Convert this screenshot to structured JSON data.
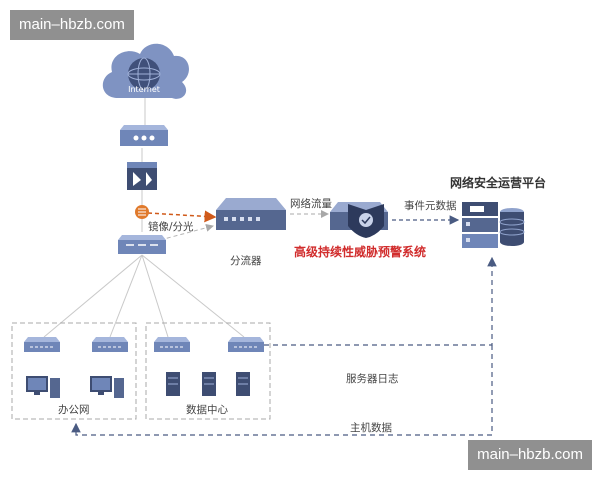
{
  "watermarks": {
    "top": "main–hbzb.com",
    "bottom": "main–hbzb.com"
  },
  "icons": {
    "cloud": "internet-cloud-icon",
    "router": "router-icon",
    "firewall": "firewall-icon",
    "splitter": "optical-splitter-icon",
    "switch": "network-switch-icon",
    "shunt": "traffic-shunt-device-icon",
    "apt": "apt-appliance-icon",
    "platform": "security-operations-server-icon",
    "desktop": "desktop-computer-icon",
    "server": "tower-server-icon"
  },
  "colors": {
    "device": "#6f86b8",
    "accent_line": "#d05a1a",
    "flow_line": "#4a5b82",
    "highlight_text": "#d12d2d"
  },
  "labels": {
    "cloud": "Internet",
    "mirror": "镜像/分光",
    "traffic": "网络流量",
    "event_data": "事件元数据",
    "platform": "网络安全运营平台",
    "shunt": "分流器",
    "apt_system": "高级持续性威胁预警系统",
    "server_log": "服务器日志",
    "host_data": "主机数据",
    "office": "办公网",
    "datacenter": "数据中心"
  }
}
